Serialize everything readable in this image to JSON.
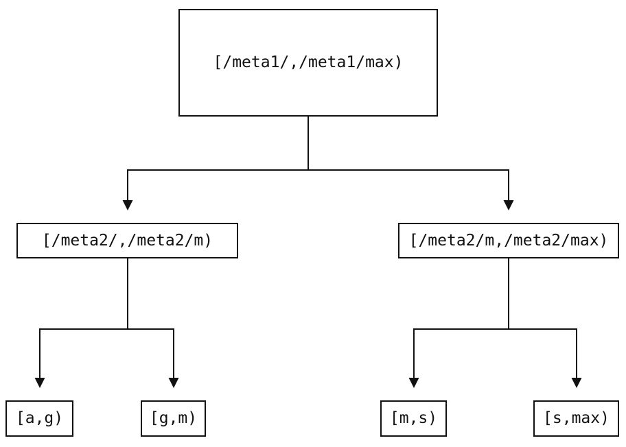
{
  "diagram": {
    "background_color": "#ffffff",
    "line_color": "#111111",
    "text_color": "#111111",
    "nodes": {
      "root": "[/meta1/,/meta1/max)",
      "left_child": "[/meta2/,/meta2/m)",
      "right_child": "[/meta2/m,/meta2/max)",
      "leaf_ag": "[a,g)",
      "leaf_gm": "[g,m)",
      "leaf_ms": "[m,s)",
      "leaf_smax": "[s,max)"
    },
    "edges": [
      {
        "from": "[/meta1/,/meta1/max)",
        "to": "[/meta2/,/meta2/m)"
      },
      {
        "from": "[/meta1/,/meta1/max)",
        "to": "[/meta2/m,/meta2/max)"
      },
      {
        "from": "[/meta2/,/meta2/m)",
        "to": "[a,g)"
      },
      {
        "from": "[/meta2/,/meta2/m)",
        "to": "[g,m)"
      },
      {
        "from": "[/meta2/m,/meta2/max)",
        "to": "[m,s)"
      },
      {
        "from": "[/meta2/m,/meta2/max)",
        "to": "[s,max)"
      }
    ]
  }
}
